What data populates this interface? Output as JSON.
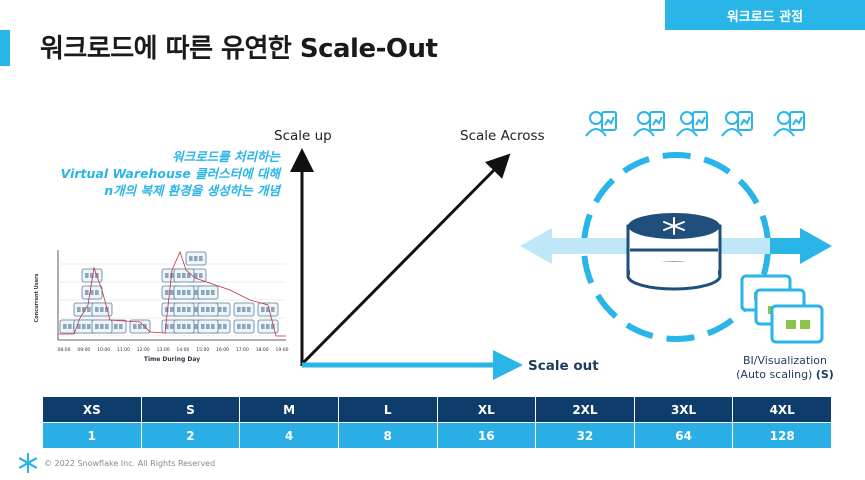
{
  "header": {
    "tag": "워크로드 관점",
    "title": "워크로드에 따른 유연한 Scale-Out"
  },
  "concept_text": {
    "line1": "워크로드를 처리하는",
    "line2": "Virtual Warehouse 클러스터에 대해",
    "line3": "n개의 복제 환경을 생성하는 개념"
  },
  "usage_chart": {
    "ylabel": "Concurrent Users",
    "xlabel": "Time During Day",
    "times": [
      "08:00",
      "09:00",
      "10:00",
      "11:00",
      "12:00",
      "13:00",
      "14:00",
      "15:00",
      "16:00",
      "17:00",
      "18:00",
      "19:00"
    ]
  },
  "scale_diagram": {
    "scale_up": "Scale up",
    "scale_across": "Scale Across",
    "scale_out": "Scale out"
  },
  "bi": {
    "line1": "BI/Visualization",
    "line2": "(Auto scaling)",
    "badge": "(S)"
  },
  "sizes": {
    "labels": [
      "XS",
      "S",
      "M",
      "L",
      "XL",
      "2XL",
      "3XL",
      "4XL"
    ],
    "values": [
      "1",
      "2",
      "4",
      "8",
      "16",
      "32",
      "64",
      "128"
    ]
  },
  "footer": {
    "copyright": "© 2022 Snowflake Inc. All Rights Reserved"
  },
  "colors": {
    "accent": "#29b5e8",
    "navy": "#0f3d6b",
    "text_dark": "#1f3a5f"
  }
}
